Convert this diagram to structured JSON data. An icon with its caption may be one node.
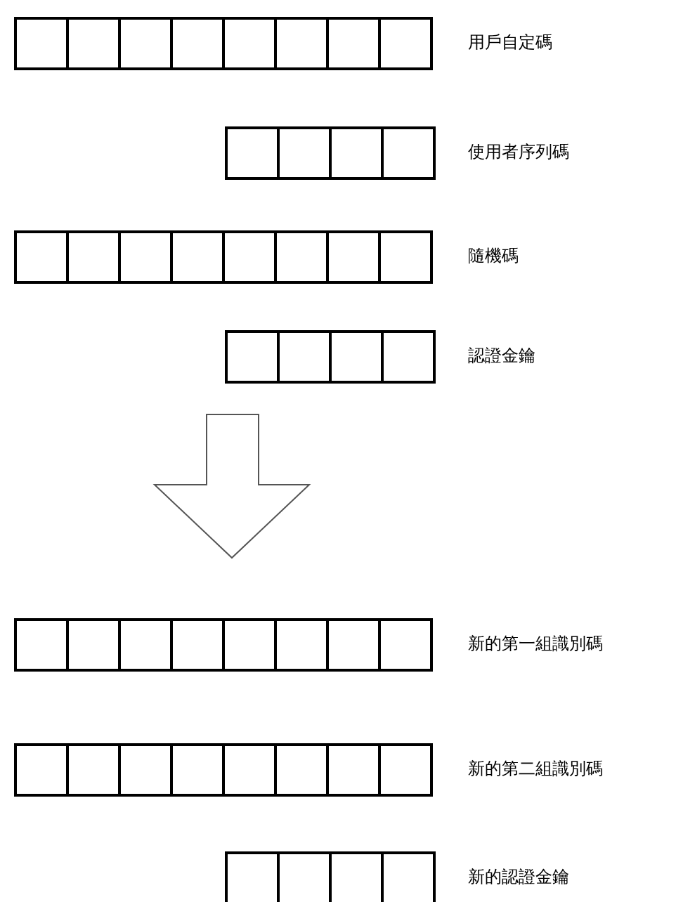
{
  "diagram": {
    "nodes": [
      {
        "text": [],
        "shape": "bar",
        "beside": [
          "用戶自定碼"
        ]
      },
      {
        "text": [],
        "shape": "bar",
        "beside": [
          "使用者序列碼"
        ]
      },
      {
        "text": [],
        "shape": "bar",
        "beside": [
          "隨機碼"
        ]
      },
      {
        "text": [],
        "shape": "bar",
        "beside": [
          "認證金鑰"
        ]
      },
      {
        "text": [],
        "shape": "bar",
        "beside": [
          "新的第一組識別碼"
        ]
      },
      {
        "text": [],
        "shape": "bar",
        "beside": [
          "新的第二組識別碼"
        ]
      },
      {
        "text": [],
        "shape": "bar",
        "beside": [
          "新的認證金鑰"
        ]
      }
    ]
  }
}
